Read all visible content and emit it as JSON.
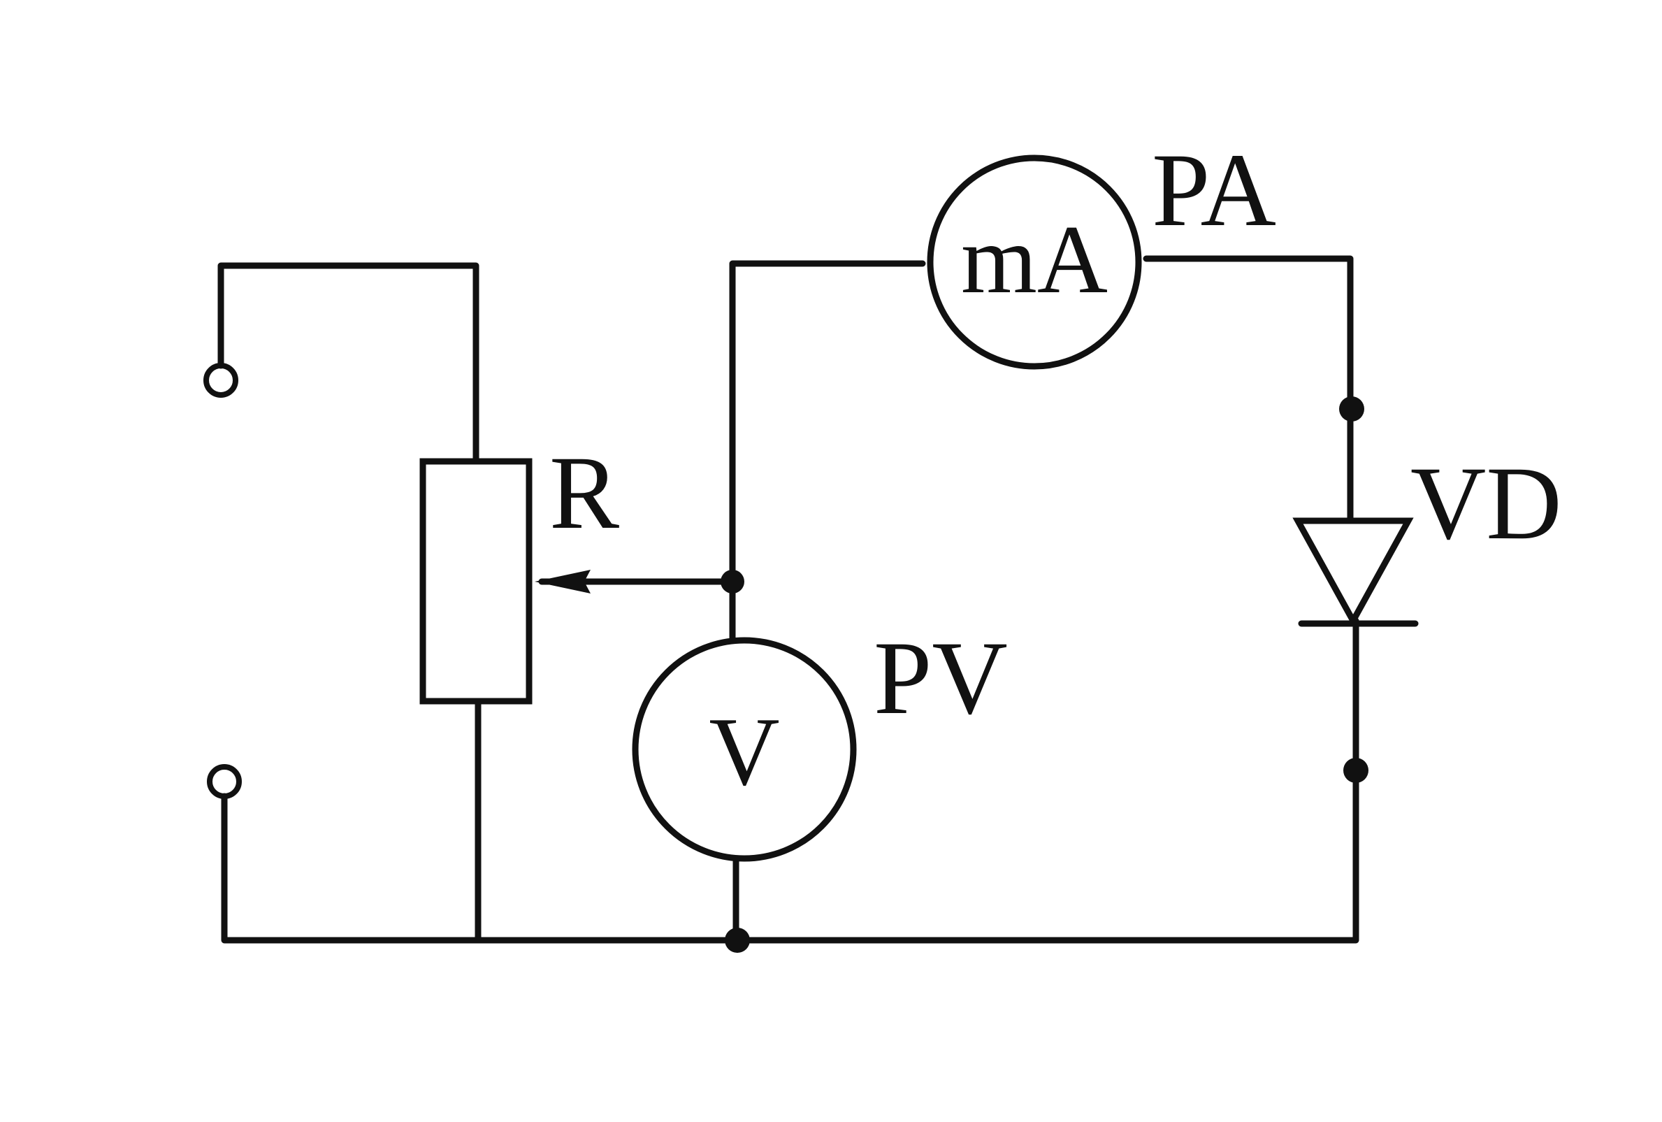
{
  "components": {
    "resistor": {
      "ref": "R"
    },
    "ammeter": {
      "ref": "PA",
      "symbol": "mA"
    },
    "voltmeter": {
      "ref": "PV",
      "symbol": "V"
    },
    "diode": {
      "ref": "VD"
    }
  },
  "colors": {
    "ink": "#111111",
    "paper": "#ffffff"
  }
}
